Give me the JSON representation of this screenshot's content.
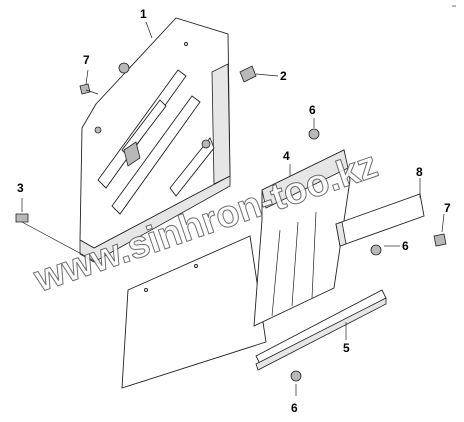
{
  "callouts": [
    {
      "id": "1",
      "label": "1"
    },
    {
      "id": "2",
      "label": "2"
    },
    {
      "id": "3",
      "label": "3"
    },
    {
      "id": "4",
      "label": "4"
    },
    {
      "id": "5",
      "label": "5"
    },
    {
      "id": "6a",
      "label": "6"
    },
    {
      "id": "6b",
      "label": "6"
    },
    {
      "id": "6c",
      "label": "6"
    },
    {
      "id": "7a",
      "label": "7"
    },
    {
      "id": "7b",
      "label": "7"
    },
    {
      "id": "8",
      "label": "8"
    }
  ],
  "watermark": "www.sinhron-too.kz",
  "corner_mark": "ᵃᵃ"
}
